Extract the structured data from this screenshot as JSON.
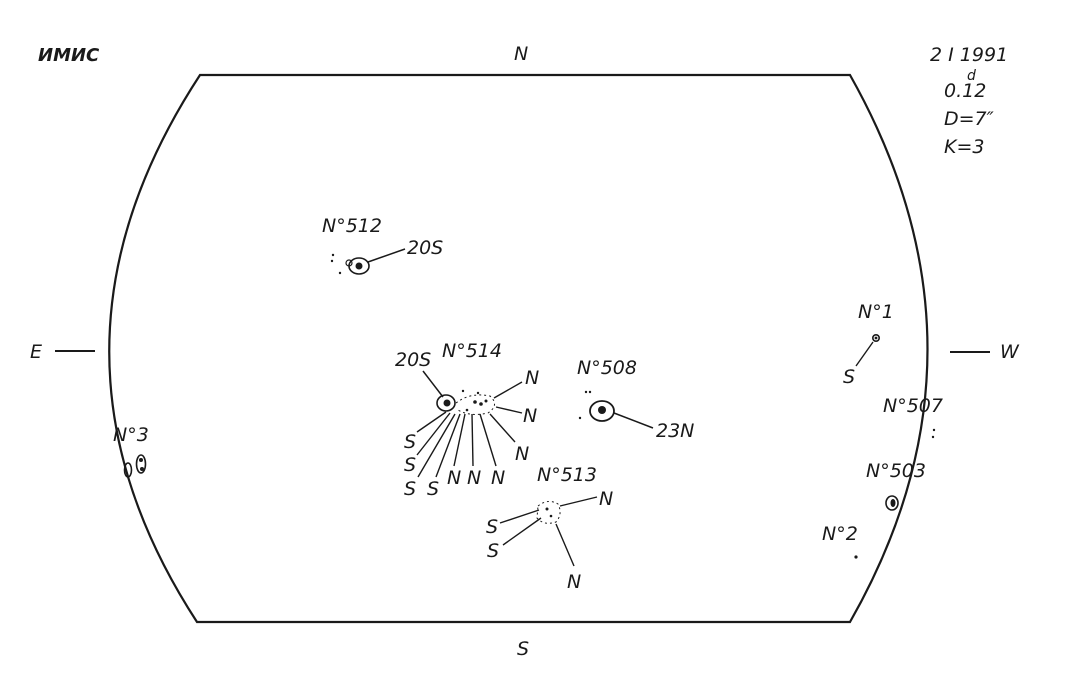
{
  "observatory": "ИМИС",
  "header": {
    "date": "2 I 1991",
    "time_value": "0.12",
    "time_unit_superscript": "d",
    "diameter": "D=7″",
    "quality": "K=3"
  },
  "directions": {
    "north": "N",
    "south": "S",
    "east": "E",
    "west": "W"
  },
  "regions": [
    {
      "id": "512",
      "label": "N°512",
      "pointers": [
        "20S"
      ]
    },
    {
      "id": "514",
      "label": "N°514",
      "pointers": [
        "20S",
        "N",
        "N",
        "N",
        "S",
        "S",
        "S",
        "S",
        "N",
        "N",
        "N"
      ]
    },
    {
      "id": "508",
      "label": "N°508",
      "pointers": [
        "23N"
      ]
    },
    {
      "id": "513",
      "label": "N°513",
      "pointers": [
        "N",
        "S",
        "S",
        "N"
      ]
    },
    {
      "id": "1",
      "label": "N°1",
      "pointers": [
        "S"
      ]
    },
    {
      "id": "507",
      "label": "N°507",
      "pointers": []
    },
    {
      "id": "503",
      "label": "N°503",
      "pointers": []
    },
    {
      "id": "2",
      "label": "N°2",
      "pointers": []
    },
    {
      "id": "3",
      "label": "N°3",
      "pointers": []
    }
  ]
}
